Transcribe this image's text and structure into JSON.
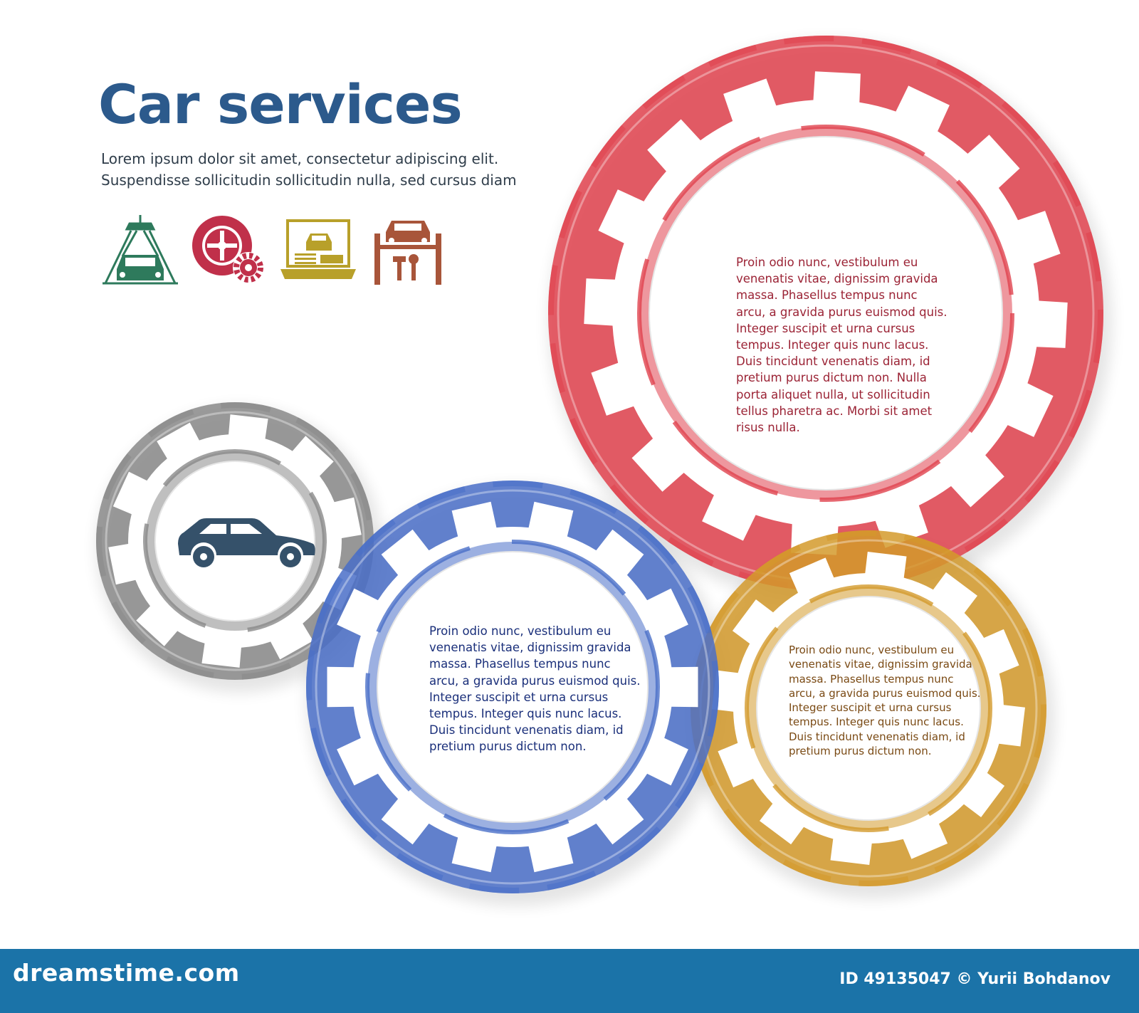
{
  "header": {
    "title": "Car services",
    "subtitle_lines": [
      "Lorem ipsum dolor sit amet, consectetur adipiscing elit.",
      "Suspendisse sollicitudin sollicitudin nulla, sed cursus diam"
    ]
  },
  "service_icons": [
    {
      "name": "car-wash-icon",
      "color": "#2e7a5c"
    },
    {
      "name": "wheel-gear-icon",
      "color": "#c0304a"
    },
    {
      "name": "laptop-diagnostics-icon",
      "color": "#b8a02a"
    },
    {
      "name": "car-lift-icon",
      "color": "#a8553a"
    }
  ],
  "gears": {
    "red": {
      "color": "#e0424e",
      "text_color": "#9b2335",
      "lines": [
        "Proin odio nunc, vestibulum eu",
        "venenatis vitae, dignissim gravida",
        "massa. Phasellus tempus nunc",
        "arcu, a gravida purus euismod quis.",
        "Integer suscipit et urna cursus",
        "tempus. Integer quis nunc lacus.",
        "Duis tincidunt venenatis diam, id",
        "pretium purus dictum non. Nulla",
        "porta aliquet nulla, ut sollicitudin",
        "tellus pharetra ac. Morbi sit amet",
        "risus nulla."
      ]
    },
    "blue": {
      "color": "#4a6fc8",
      "text_color": "#1a2f7a",
      "lines": [
        "Proin odio nunc, vestibulum eu",
        "venenatis vitae, dignissim gravida",
        "massa. Phasellus tempus nunc",
        "arcu, a gravida purus euismod quis.",
        "Integer suscipit et urna cursus",
        "tempus. Integer quis nunc lacus.",
        "Duis tincidunt venenatis diam, id",
        "pretium purus dictum non."
      ]
    },
    "orange": {
      "color": "#d39a2c",
      "text_color": "#7a4a14",
      "lines": [
        "Proin odio nunc, vestibulum eu",
        "venenatis vitae, dignissim gravida",
        "massa. Phasellus tempus nunc",
        "arcu, a gravida purus euismod quis.",
        "Integer suscipit et urna cursus",
        "tempus. Integer quis nunc lacus.",
        "Duis tincidunt venenatis diam, id",
        "pretium purus dictum non."
      ]
    },
    "gray": {
      "color": "#8a8a8a",
      "icon": "car-icon",
      "icon_color": "#35516a"
    }
  },
  "footer": {
    "logo": "dreamstime.com",
    "credit": "ID 49135047 © Yurii Bohdanov"
  }
}
